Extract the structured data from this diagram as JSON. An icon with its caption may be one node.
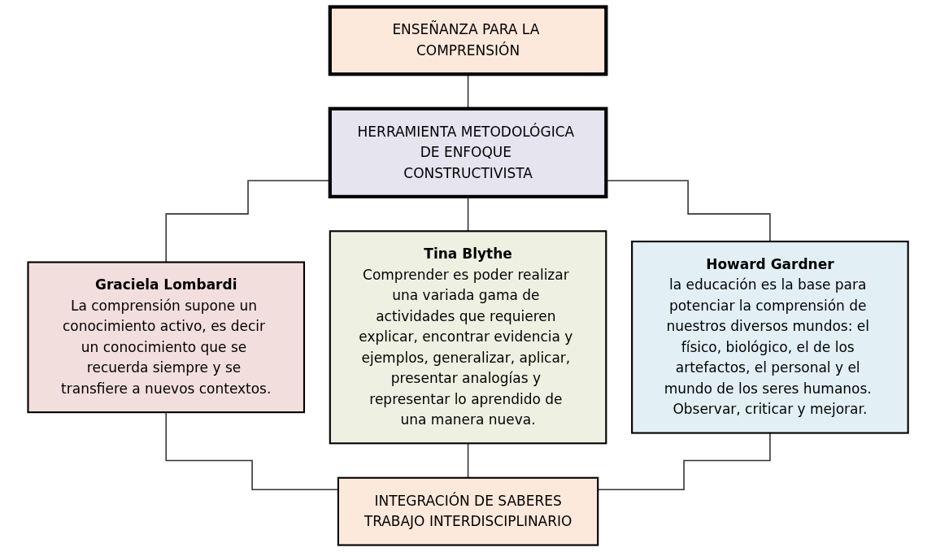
{
  "diagram": {
    "nodes": [
      {
        "text": [
          "ENSEÑANZA PARA LA COMPRENSIÓN"
        ]
      },
      {
        "text": [
          "HERRAMIENTA METODOLÓGICA DE ENFOQUE CONSTRUCTIVISTA"
        ]
      },
      {
        "text": [
          "Graciela Lombardi",
          "La comprensión supone un conocimiento activo, es decir un conocimiento que se recuerda siempre y se transfiere a nuevos contextos."
        ]
      },
      {
        "text": [
          "Tina Blythe",
          "Comprender es poder realizar una variada gama de actividades que requieren explicar, encontrar evidencia y ejemplos, generalizar, aplicar, presentar analogías y representar lo aprendido de una manera nueva."
        ]
      },
      {
        "text": [
          "Howard Gardner",
          "la educación es la base para potenciar la comprensión de nuestros diversos mundos: el físico, biológico, el de los artefactos, el personal y el mundo de los seres humanos. Observar, criticar y mejorar."
        ]
      },
      {
        "text": [
          "INTEGRACIÓN DE SABERES",
          "TRABAJO INTERDISCIPLINARIO"
        ]
      }
    ],
    "edges": [
      {
        "from": 0,
        "to": 1,
        "arrow": "none"
      },
      {
        "from": 1,
        "to": 2,
        "arrow": "none"
      },
      {
        "from": 1,
        "to": 3,
        "arrow": "none"
      },
      {
        "from": 1,
        "to": 4,
        "arrow": "none"
      },
      {
        "from": 2,
        "to": 5,
        "arrow": "none"
      },
      {
        "from": 3,
        "to": 5,
        "arrow": "none"
      },
      {
        "from": 4,
        "to": 5,
        "arrow": "none"
      }
    ]
  }
}
